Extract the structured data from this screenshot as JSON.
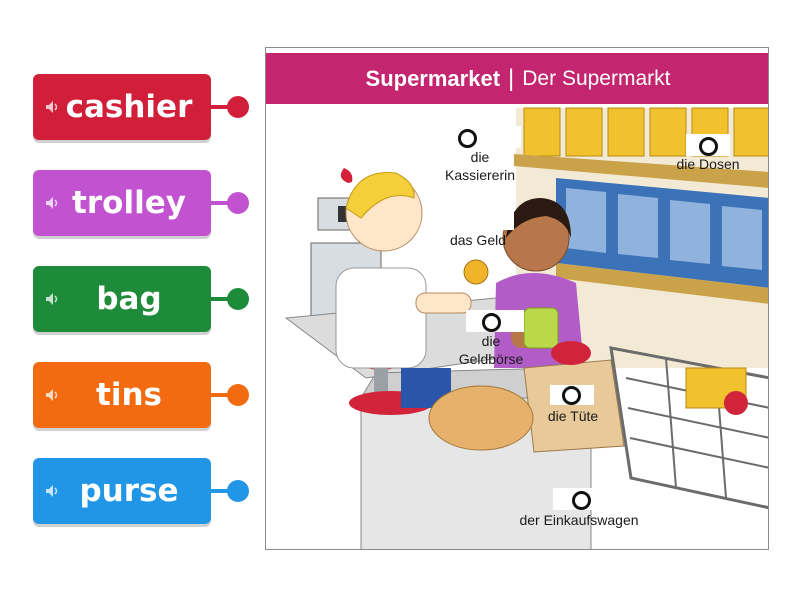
{
  "tiles": [
    {
      "word": "cashier",
      "color": "#d11f3a"
    },
    {
      "word": "trolley",
      "color": "#c253d0"
    },
    {
      "word": "bag",
      "color": "#1e8b3a"
    },
    {
      "word": "tins",
      "color": "#f26b10"
    },
    {
      "word": "purse",
      "color": "#2196e6"
    }
  ],
  "banner": {
    "title_en": "Supermarket",
    "separator": "|",
    "title_de": "Der Supermarkt",
    "color": "#c3266f"
  },
  "labels": {
    "kassiererin_1": "die",
    "kassiererin_2": "Kassiererin",
    "dosen": "die Dosen",
    "geld": "das Geld",
    "geldboerse_1": "die",
    "geldboerse_2": "Geldbörse",
    "tuete": "die Tüte",
    "einkaufswagen": "der Einkaufswagen"
  }
}
